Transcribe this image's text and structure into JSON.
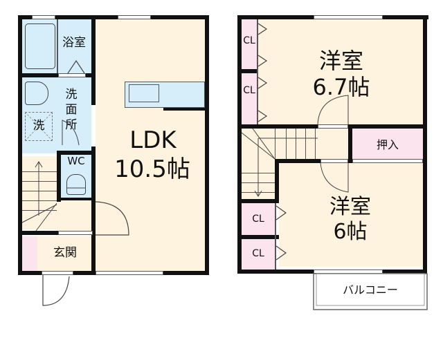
{
  "floor1": {
    "rooms": {
      "bath": "浴室",
      "washroom": "洗面所",
      "washer": "洗",
      "wc": "WC",
      "ldk_name": "LDK",
      "ldk_size": "10.5帖",
      "entrance": "玄関"
    }
  },
  "floor2": {
    "rooms": {
      "western1_name": "洋室",
      "western1_size": "6.7帖",
      "closet_top_1": "CL",
      "closet_top_2": "CL",
      "storage": "押入",
      "western2_name": "洋室",
      "western2_size": "6帖",
      "closet_bottom_1": "CL",
      "closet_bottom_2": "CL",
      "balcony": "バルコニー"
    }
  },
  "colors": {
    "living": "#fdf3df",
    "wet_area": "#d6eefa",
    "storage": "#fbe4ee",
    "wall": "#111111"
  }
}
